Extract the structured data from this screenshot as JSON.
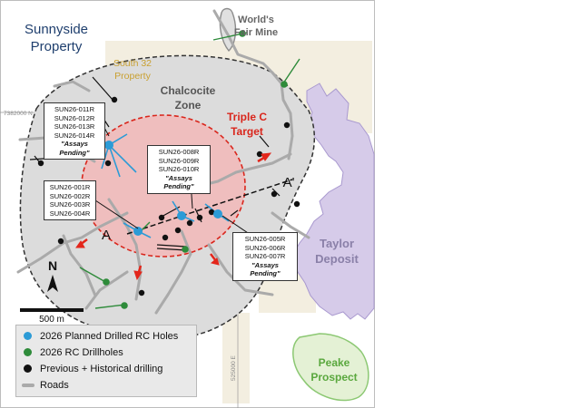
{
  "colors": {
    "property_fill": "#f3eee0",
    "zone_fill": "#dcdcdc",
    "target_fill": "#f2b9b9",
    "deposit_fill": "#d6cbe9",
    "deposit_stroke": "#a999cf",
    "peake_fill": "#e4f1d5",
    "peake_stroke": "#8cc873",
    "road": "#aaaaaa",
    "planned_hole": "#2c9bd6",
    "rc_drillhole": "#2e8b3a",
    "historical_hole": "#111111",
    "arrow": "#e3261b",
    "target_label": "#d9261c",
    "south32_label": "#c9a031",
    "sunnyside_label": "#1f3f6e"
  },
  "labels": {
    "sunnyside_line1": "Sunnyside",
    "sunnyside_line2": "Property",
    "worlds_fair_line1": "World's",
    "worlds_fair_line2": "Fair Mine",
    "south32_line1": "South 32",
    "south32_line2": "Property",
    "chalcocite_line1": "Chalcocite",
    "chalcocite_line2": "Zone",
    "triple_c_line1": "Triple C",
    "triple_c_line2": "Target",
    "taylor_line1": "Taylor",
    "taylor_line2": "Deposit",
    "peake_line1": "Peake",
    "peake_line2": "Prospect",
    "section_a_left": "A",
    "section_a_right": "A'",
    "grid_northing": "7382000 N",
    "grid_easting": "525000 E",
    "north": "N",
    "scale": "500 m"
  },
  "callouts": {
    "c1": {
      "holes": [
        "SUN26-011R",
        "SUN26-012R",
        "SUN26-013R",
        "SUN26-014R"
      ],
      "status": "\"Assays Pending\""
    },
    "c2": {
      "holes": [
        "SUN26-008R",
        "SUN26-009R",
        "SUN26-010R"
      ],
      "status": "\"Assays Pending\""
    },
    "c3": {
      "holes": [
        "SUN26-001R",
        "SUN26-002R",
        "SUN26-003R",
        "SUN26-004R"
      ]
    },
    "c4": {
      "holes": [
        "SUN26-005R",
        "SUN26-006R",
        "SUN26-007R"
      ],
      "status": "\"Assays Pending\""
    }
  },
  "legend": {
    "planned": "2026 Planned Drilled RC Holes",
    "rc": "2026 RC Drillholes",
    "historical": "Previous + Historical drilling",
    "roads": "Roads"
  }
}
